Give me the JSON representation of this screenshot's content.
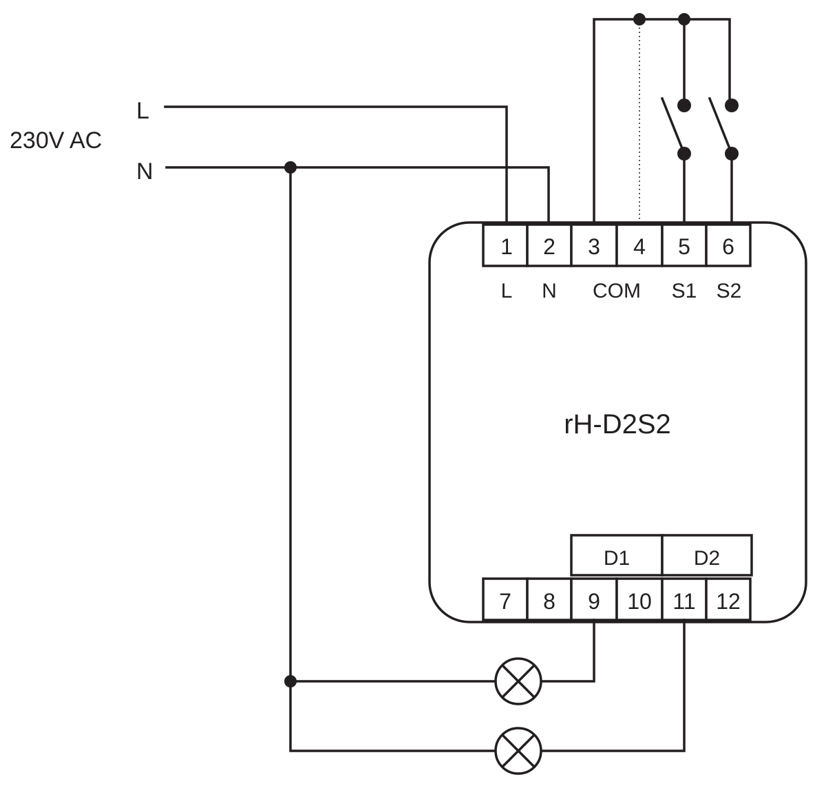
{
  "supply": {
    "voltage_label": "230V AC",
    "line_label": "L",
    "neutral_label": "N"
  },
  "device": {
    "model": "rH-D2S2"
  },
  "terminals_top": [
    {
      "number": "1",
      "function": "L"
    },
    {
      "number": "2",
      "function": "N"
    },
    {
      "number": "3",
      "function": ""
    },
    {
      "number": "4",
      "function": ""
    },
    {
      "number": "5",
      "function": "S1"
    },
    {
      "number": "6",
      "function": "S2"
    }
  ],
  "com_label": "COM",
  "terminals_bottom": [
    {
      "number": "7"
    },
    {
      "number": "8"
    },
    {
      "number": "9"
    },
    {
      "number": "10"
    },
    {
      "number": "11"
    },
    {
      "number": "12"
    }
  ],
  "output_groups": [
    {
      "label": "D1"
    },
    {
      "label": "D2"
    }
  ],
  "icons": {
    "lamp": "lamp-icon",
    "switch": "switch-icon",
    "junction": "junction-dot"
  },
  "colors": {
    "line": "#231f20",
    "background": "#ffffff"
  }
}
